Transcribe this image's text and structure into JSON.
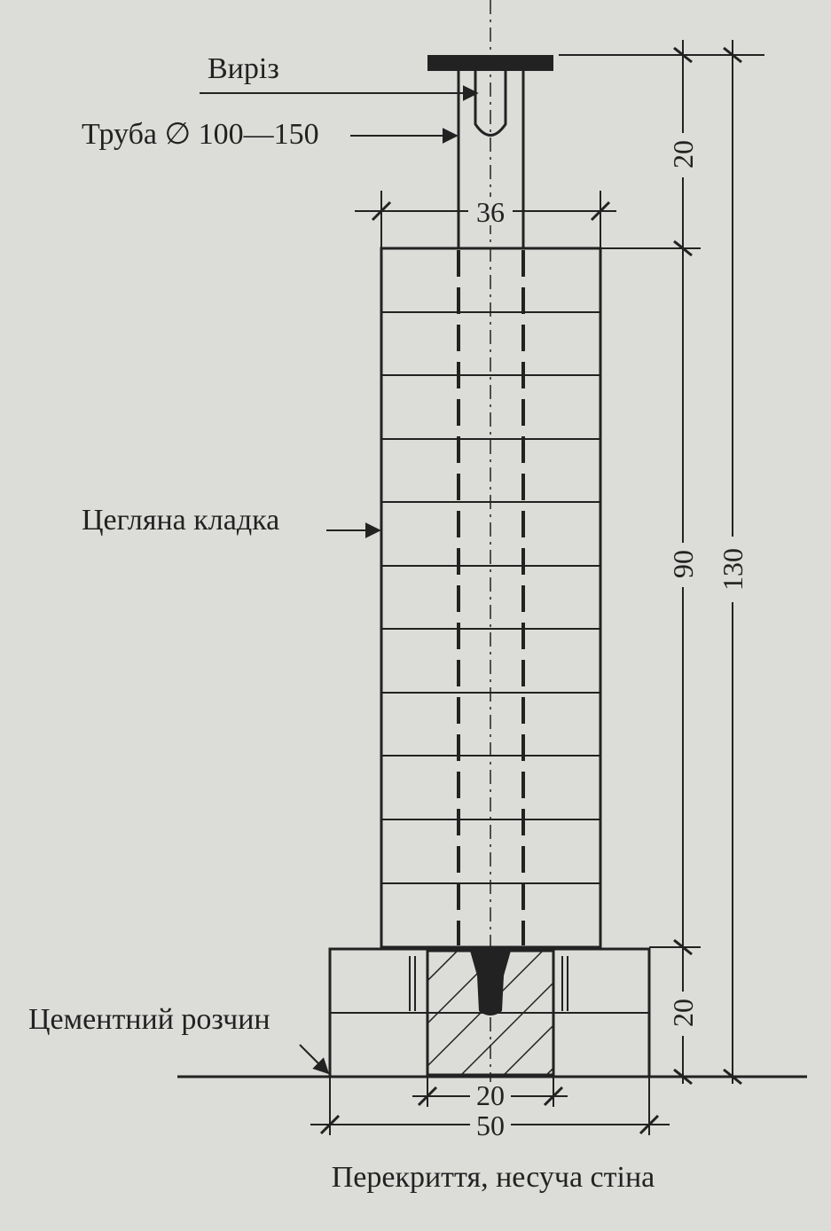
{
  "labels": {
    "cutout": "Виріз",
    "pipe": "Труба ∅ 100—150",
    "brickwork": "Цегляна кладка",
    "cement_mortar": "Цементний розчин",
    "caption": "Перекриття, несуча стіна"
  },
  "dimensions": {
    "top_section": "20",
    "column_width": "36",
    "column_height": "90",
    "total_height": "130",
    "base_height": "20",
    "base_inner_width": "20",
    "base_width": "50"
  },
  "colors": {
    "paper": "#dcdcd9",
    "ink": "#222222"
  }
}
